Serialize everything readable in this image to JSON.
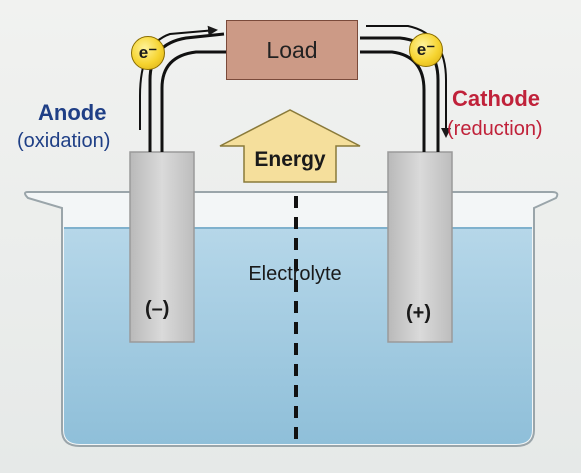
{
  "diagram": {
    "load_label": "Load",
    "electron_left": "e⁻",
    "electron_right": "e⁻",
    "anode": {
      "title": "Anode",
      "subtitle": "(oxidation)"
    },
    "cathode": {
      "title": "Cathode",
      "subtitle": "(reduction)"
    },
    "energy_label": "Energy",
    "electrolyte_label": "Electrolyte",
    "anode_sign": "(–)",
    "cathode_sign": "(+)"
  },
  "colors": {
    "anode_text": "#1f3f86",
    "cathode_text": "#c0223a",
    "load_box": "#cc9a86",
    "energy_arrow": "#f5df9c",
    "electrolyte": "#a9cfe4",
    "electrode": "#c9c9c9",
    "electron": "#f6d430"
  },
  "icons": {
    "electron": "electron-icon",
    "energy_arrow": "up-arrow-icon",
    "current_arrow": "arrow-icon"
  }
}
